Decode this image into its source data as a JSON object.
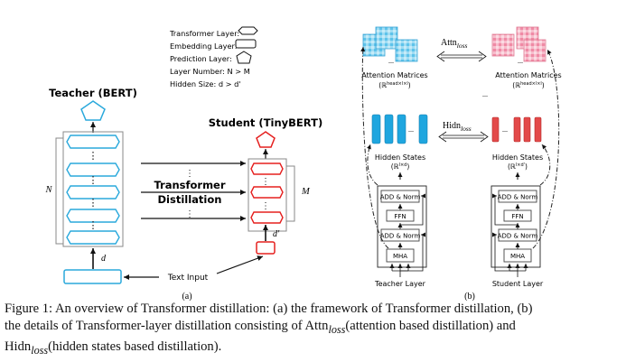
{
  "legend": {
    "items": [
      {
        "label": "Transformer Layer:"
      },
      {
        "label": "Embedding Layer:"
      },
      {
        "label": "Prediction Layer:"
      }
    ],
    "layer_number": "Layer Number: N > M",
    "hidden_size": "Hidden Size: d > d'"
  },
  "panel_a": {
    "teacher_title": "Teacher (BERT)",
    "student_title": "Student (TinyBERT)",
    "distill_line1": "Transformer",
    "distill_line2": "Distillation",
    "text_input": "Text Input",
    "label_n": "N",
    "label_m": "M",
    "label_d": "d",
    "label_d_prime": "d'",
    "sublabel": "(a)",
    "vdots": "⋮"
  },
  "panel_b": {
    "attn_matrices": "Attention Matrices",
    "attn_space": "(ℝ",
    "attn_sup": "head×l×l",
    "hidden_states": "Hidden States",
    "hidden_space": "(ℝ",
    "hidden_sup_teacher": "l×d",
    "hidden_sup_student": "l×d'",
    "close_paren": ")",
    "attn_loss_base": "Attn",
    "hidn_loss_base": "Hidn",
    "loss_sub": "loss",
    "add_norm": "ADD & Norm",
    "ffn": "FFN",
    "mha": "MHA",
    "teacher_layer": "Teacher Layer",
    "student_layer": "Student Layer",
    "ellipsis": "...",
    "sublabel": "(b)"
  },
  "caption": {
    "line1_a": "Figure 1: An overview of Transformer distillation: (a) the framework of Transformer distillation, (b)",
    "line2_a": "the details of Transformer-layer distillation consisting of Attn",
    "line2_sub": "loss",
    "line2_b": "(attention based distillation) and",
    "line3_a": "Hidn",
    "line3_sub": "loss",
    "line3_b": "(hidden states based distillation)."
  },
  "colors": {
    "teacher_blue": "#2aa9dc",
    "student_red": "#e5201f",
    "attn_blue": "#7fd0ee",
    "attn_pink": "#f4a3b8",
    "hidden_blue": "#1fa6df",
    "hidden_red": "#e34a4a"
  }
}
